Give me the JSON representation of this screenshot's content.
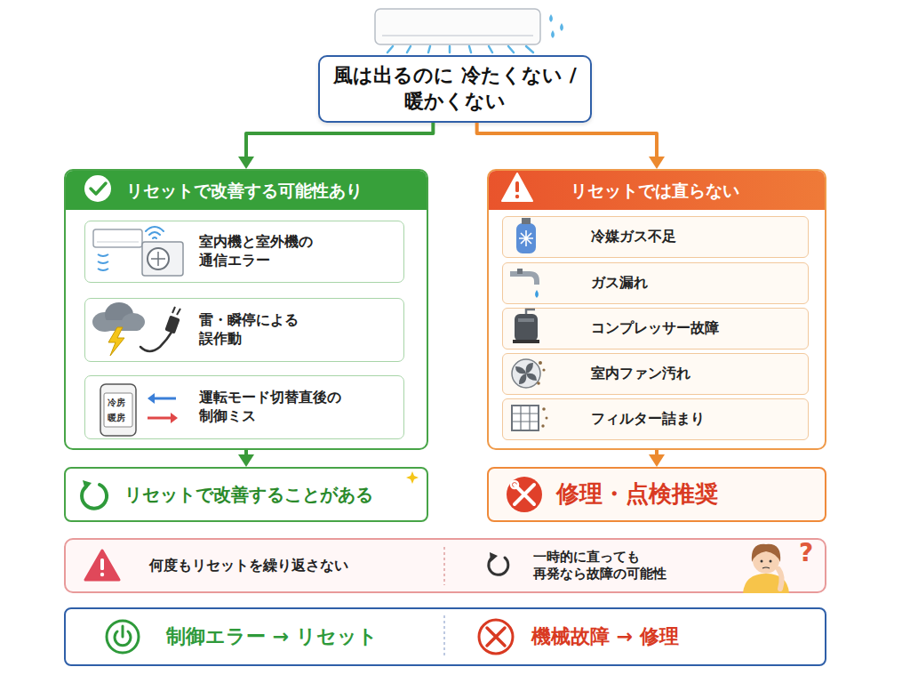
{
  "diagram": {
    "nodes": [
      {
        "text": [
          "風は出るのに 冷たくない / 暖かくない"
        ]
      },
      {
        "text": [
          "リセットで改善する可能性あり"
        ]
      },
      {
        "text": [
          "室内機と室外機の 通信エラー"
        ],
        "in": 1
      },
      {
        "text": [
          "雷・瞬停による 誤作動"
        ],
        "in": 1
      },
      {
        "text": [
          "運転モード切替直後の 制御ミス"
        ],
        "in": 1
      },
      {
        "text": [
          "リセットで改善することがある"
        ]
      },
      {
        "text": [
          "リセットでは直らない"
        ]
      },
      {
        "text": [
          "冷媒ガス不足"
        ],
        "in": 6
      },
      {
        "text": [
          "ガス漏れ"
        ],
        "in": 6
      },
      {
        "text": [
          "コンプレッサー故障"
        ],
        "in": 6
      },
      {
        "text": [
          "室内ファン汚れ"
        ],
        "in": 6
      },
      {
        "text": [
          "フィルター詰まり"
        ],
        "in": 6
      },
      {
        "text": [
          "修理・点検推奨"
        ]
      },
      {
        "text": [
          "何度もリセットを繰り返さない",
          "一時的に直っても 再発なら故障の可能性"
        ]
      },
      {
        "text": [
          "制御エラー → リセット",
          "機械故障 → 修理"
        ]
      }
    ],
    "edges": [
      {
        "from": 0,
        "to": 1,
        "arrow": "to"
      },
      {
        "from": 0,
        "to": 6,
        "arrow": "to"
      },
      {
        "from": 1,
        "to": 5,
        "arrow": "to"
      },
      {
        "from": 6,
        "to": 12,
        "arrow": "to"
      }
    ],
    "labels": [
      "冷房",
      "暖房",
      "?"
    ]
  }
}
